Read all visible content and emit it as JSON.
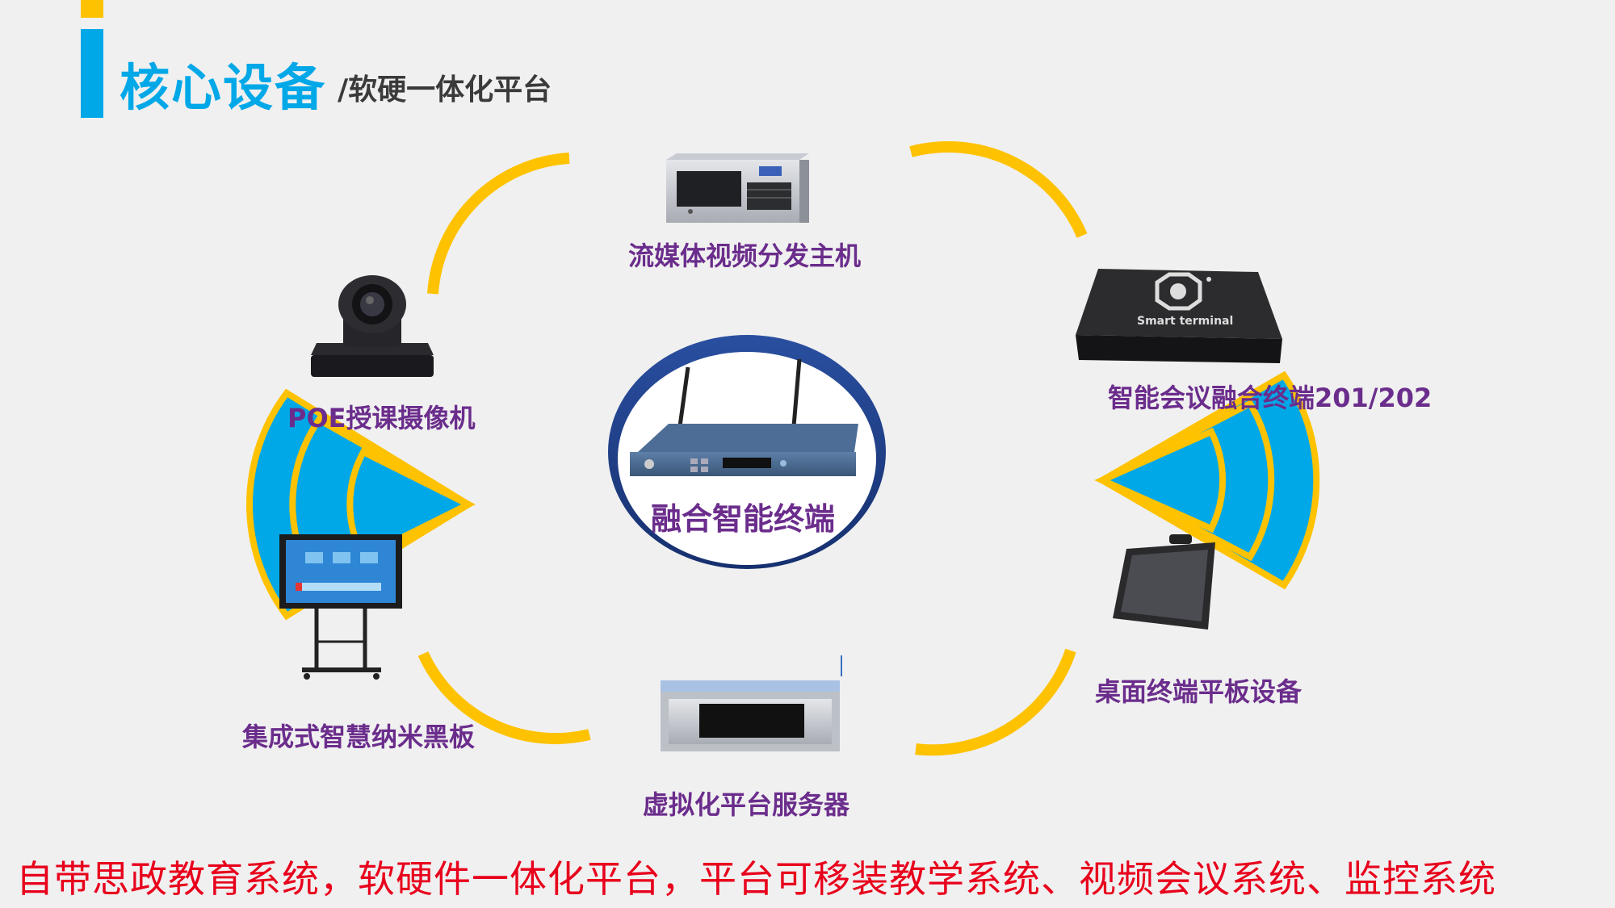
{
  "header": {
    "title_main": "核心设备",
    "title_sub": "/软硬一体化平台"
  },
  "devices": {
    "streaming_host": "流媒体视频分发主机",
    "poe_camera": "POE授课摄像机",
    "smart_terminal": "智能会议融合终端201/202",
    "smart_terminal_print": "Smart terminal",
    "center_terminal": "融合智能终端",
    "smart_blackboard": "集成式智慧纳米黑板",
    "desktop_tablet": "桌面终端平板设备",
    "virtual_server": "虚拟化平台服务器"
  },
  "footer": {
    "text": "自带思政教育系统，软硬件一体化平台，平台可移装教学系统、视频会议系统、监控系统"
  },
  "colors": {
    "accent_yellow": "#fec200",
    "accent_blue": "#00a8e8",
    "label_purple": "#6b2d8c",
    "footer_red": "#e8001c",
    "ring_navy": "#1e3c8c"
  }
}
